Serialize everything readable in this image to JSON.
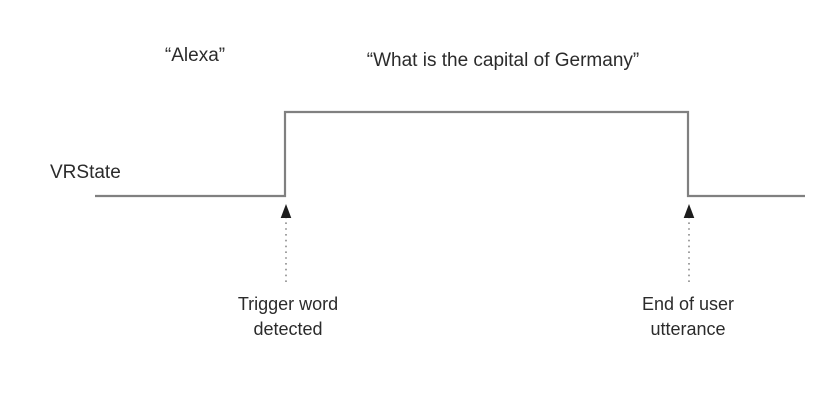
{
  "figure": {
    "signal_label": "VRState",
    "line_color": "#808080",
    "text_color": "#2b2b2b",
    "background_color": "#ffffff",
    "utterances": [
      {
        "name": "trigger-word-utterance",
        "text": "“Alexa”"
      },
      {
        "name": "query-utterance",
        "text": "“What is the capital of Germany”"
      }
    ],
    "events": [
      {
        "name": "trigger-word-detected",
        "line1": "Trigger word",
        "line2": "detected",
        "marker": "up-arrow-icon"
      },
      {
        "name": "end-of-user-utterance",
        "line1": "End of user",
        "line2": "utterance",
        "marker": "up-arrow-icon"
      }
    ]
  },
  "chart_data": {
    "type": "line",
    "title": "",
    "xlabel": "",
    "ylabel": "VRState",
    "series": [
      {
        "name": "VRState",
        "description": "Digital waveform: low before trigger word detected, high while voice recognition is active, low after end of user utterance.",
        "points": [
          {
            "x": 0,
            "y": 0
          },
          {
            "x": 0.268,
            "y": 0
          },
          {
            "x": 0.268,
            "y": 1
          },
          {
            "x": 0.831,
            "y": 1
          },
          {
            "x": 0.831,
            "y": 0
          },
          {
            "x": 1.0,
            "y": 0
          }
        ]
      }
    ],
    "annotations": [
      {
        "x": 0.268,
        "label": "Trigger word detected"
      },
      {
        "x": 0.831,
        "label": "End of user utterance"
      },
      {
        "x": 0.14,
        "label": "“Alexa”"
      },
      {
        "x": 0.573,
        "label": "“What is the capital of Germany”"
      }
    ],
    "ylim": [
      0,
      1
    ],
    "grid": false,
    "legend": "none"
  }
}
